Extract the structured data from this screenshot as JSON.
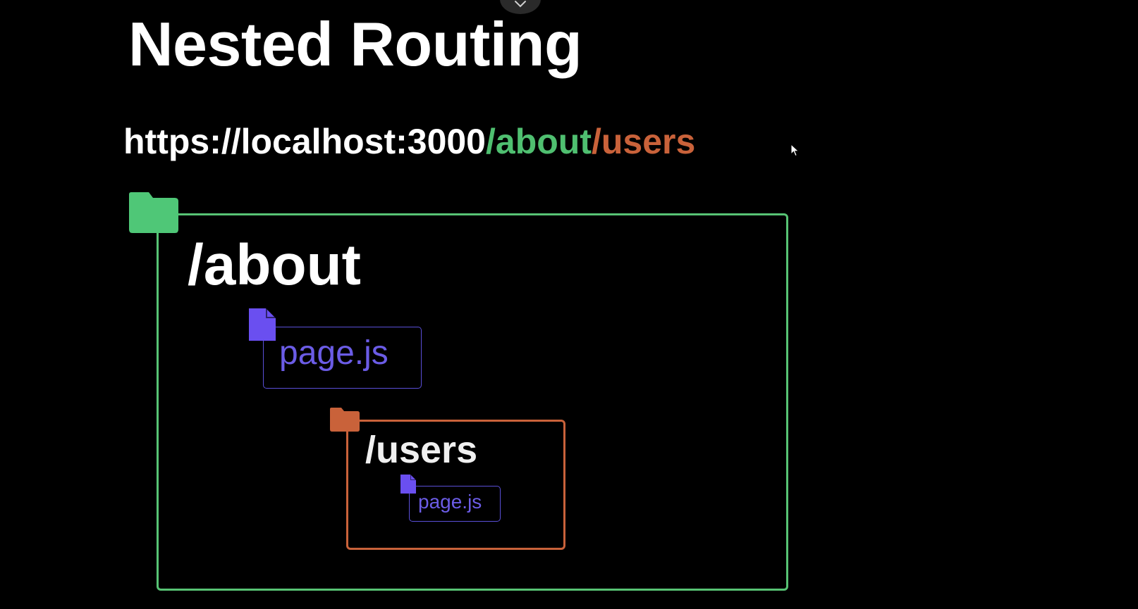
{
  "title": "Nested Routing",
  "url": {
    "base": "https://localhost:3000",
    "segment_about": "/about",
    "segment_users": "/users"
  },
  "colors": {
    "background": "#000000",
    "about": "#57c374",
    "users": "#c9623a",
    "page_file": "#6b5ce6"
  },
  "diagram": {
    "about_folder": {
      "label": "/about",
      "icon": "folder-icon",
      "page_file": {
        "label": "page.js",
        "icon": "file-icon"
      },
      "users_folder": {
        "label": "/users",
        "icon": "folder-icon",
        "page_file": {
          "label": "page.js",
          "icon": "file-icon"
        }
      }
    }
  }
}
